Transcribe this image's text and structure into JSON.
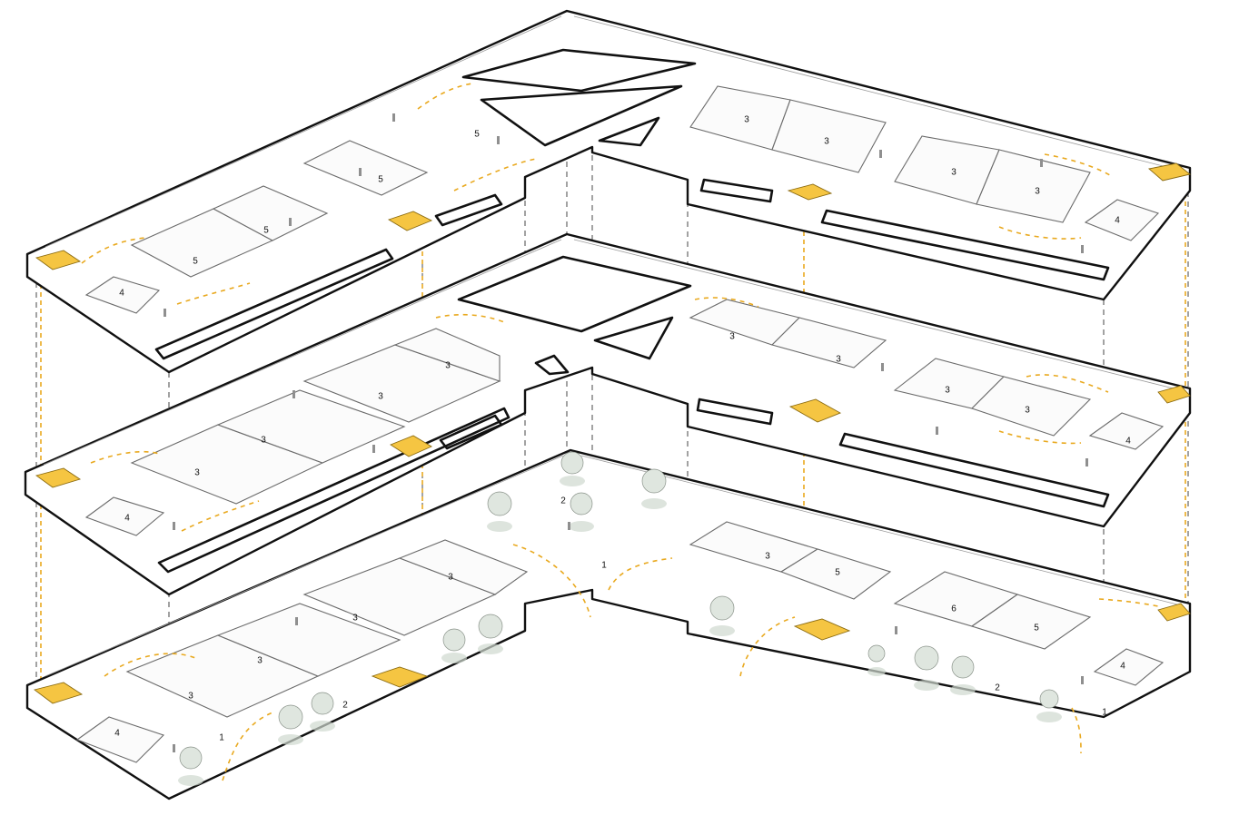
{
  "labels": {
    "l1": "1",
    "l2": "2",
    "l3": "3",
    "l4": "4",
    "l5": "5",
    "l6": "6"
  },
  "colors": {
    "circulation": "#e9a91f",
    "stairs": "#f5c542",
    "outline": "#111111"
  }
}
